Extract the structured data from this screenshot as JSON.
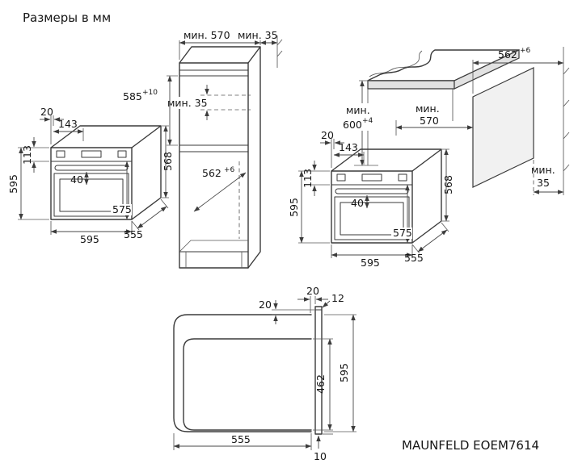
{
  "title": "Размеры в мм",
  "model": "MAUNFELD EOEM7614",
  "oven": {
    "top_offset": "20",
    "panel_depth": "143",
    "panel_height": "113",
    "height": "595",
    "handle_depth": "40",
    "door_height": "575",
    "width": "595",
    "depth": "555",
    "body_height": "568"
  },
  "column": {
    "min_depth": "мин. 570",
    "wall_gap": "мин. 35",
    "niche_height": "585",
    "niche_height_tol": "+10",
    "vent_gap": "мин. 35",
    "niche_depth": "562",
    "niche_depth_tol": "+6"
  },
  "undercounter": {
    "worktop_depth": "562",
    "worktop_depth_tol": "+6",
    "min_prefix": "мин.",
    "niche_height": "600",
    "niche_height_tol": "+4",
    "niche_depth": "570",
    "rear_gap": "35"
  },
  "side_view": {
    "front_gap": "20",
    "top_gap": "20",
    "frame_overlap": "12",
    "height": "595",
    "inner_height": "462",
    "depth": "555",
    "bottom_gap": "10"
  }
}
